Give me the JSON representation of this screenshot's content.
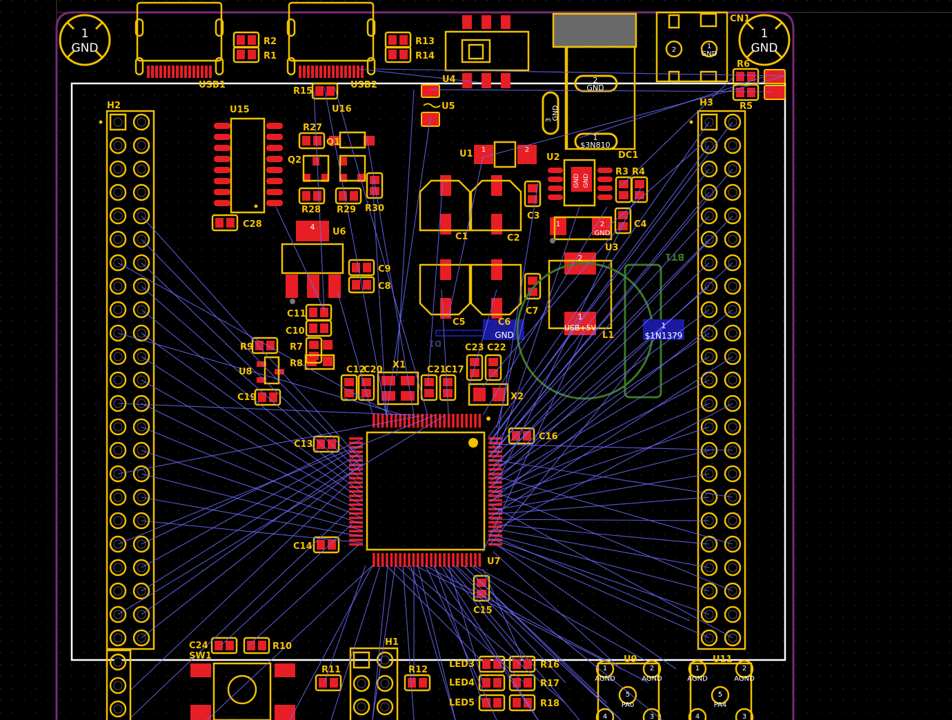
{
  "colors": {
    "background": "#000000",
    "grid": "#3a3a3a",
    "board_edge": "#7a2a7a",
    "outline": "#ffffff",
    "silk": "#f2c200",
    "pad": "#e81e25",
    "pad_border": "#f2c200",
    "ratsnest": "#6b6bff",
    "pin_text": "#ffffff",
    "blue_fill": "#1a1aa0",
    "green_outline": "#3c7a25"
  },
  "mounting_holes": [
    {
      "number": "1",
      "net": "GND"
    },
    {
      "number": "1",
      "net": "GND"
    }
  ],
  "designators": {
    "usb1": "USB1",
    "usb2": "USB2",
    "r1": "R1",
    "r2": "R2",
    "r13": "R13",
    "r14": "R14",
    "r15": "R15",
    "u4": "U4",
    "u5": "U5",
    "u16": "U16",
    "u15": "U15",
    "u1": "U1",
    "u2": "U2",
    "u3": "U3",
    "u6": "U6",
    "u7": "U7",
    "u8": "U8",
    "u9": "U9",
    "u11": "U11",
    "cn1": "CN1",
    "dc1": "DC1",
    "h1": "H1",
    "h2": "H2",
    "h3": "H3",
    "r3": "R3",
    "r4": "R4",
    "r5": "R5",
    "r6": "R6",
    "r7": "R7",
    "r8": "R8",
    "r9": "R9",
    "r10": "R10",
    "r11": "R11",
    "r12": "R12",
    "r16": "R16",
    "r17": "R17",
    "r18": "R18",
    "r27": "R27",
    "r28": "R28",
    "r29": "R29",
    "r30": "R30",
    "q1": "Q1",
    "q2": "Q2",
    "c1": "C1",
    "c2": "C2",
    "c3": "C3",
    "c4": "C4",
    "c5": "C5",
    "c6": "C6",
    "c7": "C7",
    "c8": "C8",
    "c9": "C9",
    "c10": "C10",
    "c11": "C11",
    "c12": "C12",
    "c13": "C13",
    "c14": "C14",
    "c15": "C15",
    "c16": "C16",
    "c17": "C17",
    "c19": "C19",
    "c20": "C20",
    "c21": "C21",
    "c22": "C22",
    "c23": "C23",
    "c24": "C24",
    "c28": "C28",
    "x1": "X1",
    "x2": "X2",
    "l1": "L1",
    "sw1": "SW1",
    "bt1": "BT1",
    "d1": "D1",
    "led3": "LED3",
    "led4": "LED4",
    "led5": "LED5"
  },
  "pad_labels": {
    "dc1_pin2": "2",
    "dc1_pin2_net": "GND",
    "dc1_pin3": "3",
    "dc1_pin3_net": "GND",
    "dc1_pin1": "1",
    "dc1_pin1_net": "$3N810",
    "cn1_pin2": "2",
    "cn1_pin1": "1",
    "cn1_pin1_net": "GND",
    "u1_pin1": "1",
    "u1_pin2": "2",
    "u2_net_a": "GND",
    "u2_net_b": "GND",
    "u3_pin1": "1",
    "u3_pin2": "2",
    "u3_pin2_net": "GND",
    "u3_tab": "2",
    "u6_tab": "4",
    "l1_pin1": "1",
    "l1_pin1_net": "USB+5V",
    "c6_net": "GND",
    "bt1_pin1": "1",
    "bt1_net": "$1N1379",
    "u9_p1": "1",
    "u9_p1_net": "AGND",
    "u9_p2": "2",
    "u9_p2_net": "AGND",
    "u9_p5": "5",
    "u9_p5_net": "PA0",
    "u9_p4": "4",
    "u9_p3": "3",
    "u11_p1": "1",
    "u11_p1_net": "AGND",
    "u11_p2": "2",
    "u11_p2_net": "AGND",
    "u11_p5": "5",
    "u11_p5_net": "PA4",
    "u11_p4": "4",
    "u11_p3": "3"
  }
}
